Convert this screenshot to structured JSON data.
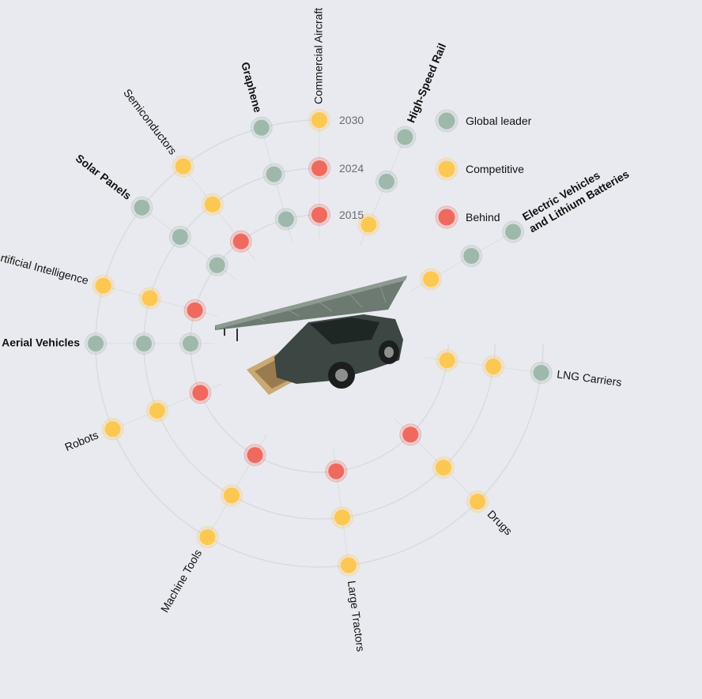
{
  "chart_data": {
    "type": "radial",
    "legend": {
      "placement": "top-right",
      "items": [
        {
          "key": "leader",
          "label": "Global leader",
          "color": "#9fb8ac"
        },
        {
          "key": "competitive",
          "label": "Competitive",
          "color": "#fdc851"
        },
        {
          "key": "behind",
          "label": "Behind",
          "color": "#f0695e"
        }
      ]
    },
    "rings": [
      "2015",
      "2024",
      "2030"
    ],
    "categories": [
      {
        "name": "Commercial Aircraft",
        "bold": false,
        "status": [
          "behind",
          "behind",
          "competitive"
        ]
      },
      {
        "name": "Semiconductors",
        "bold": false,
        "status": [
          "behind",
          "competitive",
          "competitive"
        ]
      },
      {
        "name": "Artificial Intelligence",
        "bold": false,
        "status": [
          "behind",
          "competitive",
          "competitive"
        ]
      },
      {
        "name": "Robots",
        "bold": false,
        "status": [
          "behind",
          "competitive",
          "competitive"
        ]
      },
      {
        "name": "Machine Tools",
        "bold": false,
        "status": [
          "behind",
          "competitive",
          "competitive"
        ]
      },
      {
        "name": "Large Tractors",
        "bold": false,
        "status": [
          "behind",
          "competitive",
          "competitive"
        ]
      },
      {
        "name": "Drugs",
        "bold": false,
        "status": [
          "behind",
          "competitive",
          "competitive"
        ]
      },
      {
        "name": "LNG Carriers",
        "bold": false,
        "status": [
          "competitive",
          "competitive",
          "leader"
        ]
      },
      {
        "name": "Electric Vehicles\nand Lithium Batteries",
        "bold": true,
        "status": [
          "competitive",
          "leader",
          "leader"
        ]
      },
      {
        "name": "High-Speed Rail",
        "bold": true,
        "status": [
          "competitive",
          "leader",
          "leader"
        ]
      },
      {
        "name": "Graphene",
        "bold": true,
        "status": [
          "leader",
          "leader",
          "leader"
        ]
      },
      {
        "name": "Solar Panels",
        "bold": true,
        "status": [
          "leader",
          "leader",
          "leader"
        ]
      },
      {
        "name": "Unmanned Aerial Vehicles",
        "bold": true,
        "status": [
          "leader",
          "leader",
          "leader"
        ]
      }
    ]
  },
  "center_image": "electric-car-under-solar-canopy"
}
